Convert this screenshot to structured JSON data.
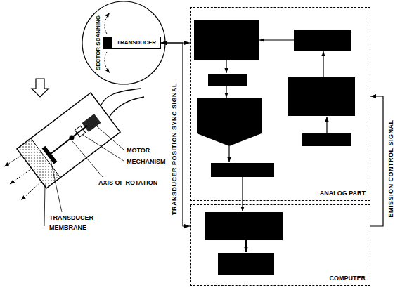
{
  "diagram": {
    "nodes": [
      {
        "text": [
          "SECTOR SCANNING"
        ]
      },
      {
        "text": [
          "TRANSDUCER"
        ],
        "in": 0
      },
      {
        "text": [
          "ANALOG PART"
        ]
      },
      {
        "text": [
          "COMPUTER"
        ]
      }
    ],
    "edges": [
      {
        "from": 1,
        "to": 2,
        "arrow": "both"
      },
      {
        "from": 1,
        "to": 3,
        "arrow": "both",
        "label": "TRANSDUCER POSITION SYNC SIGNAL"
      },
      {
        "from": 3,
        "to": 2,
        "arrow": "to",
        "label": "EMISSION CONTROL SIGNAL"
      }
    ],
    "labels": [
      "MOTOR",
      "MECHANISM",
      "AXIS OF ROTATION",
      "TRANSDUCER",
      "MEMBRANE"
    ]
  }
}
